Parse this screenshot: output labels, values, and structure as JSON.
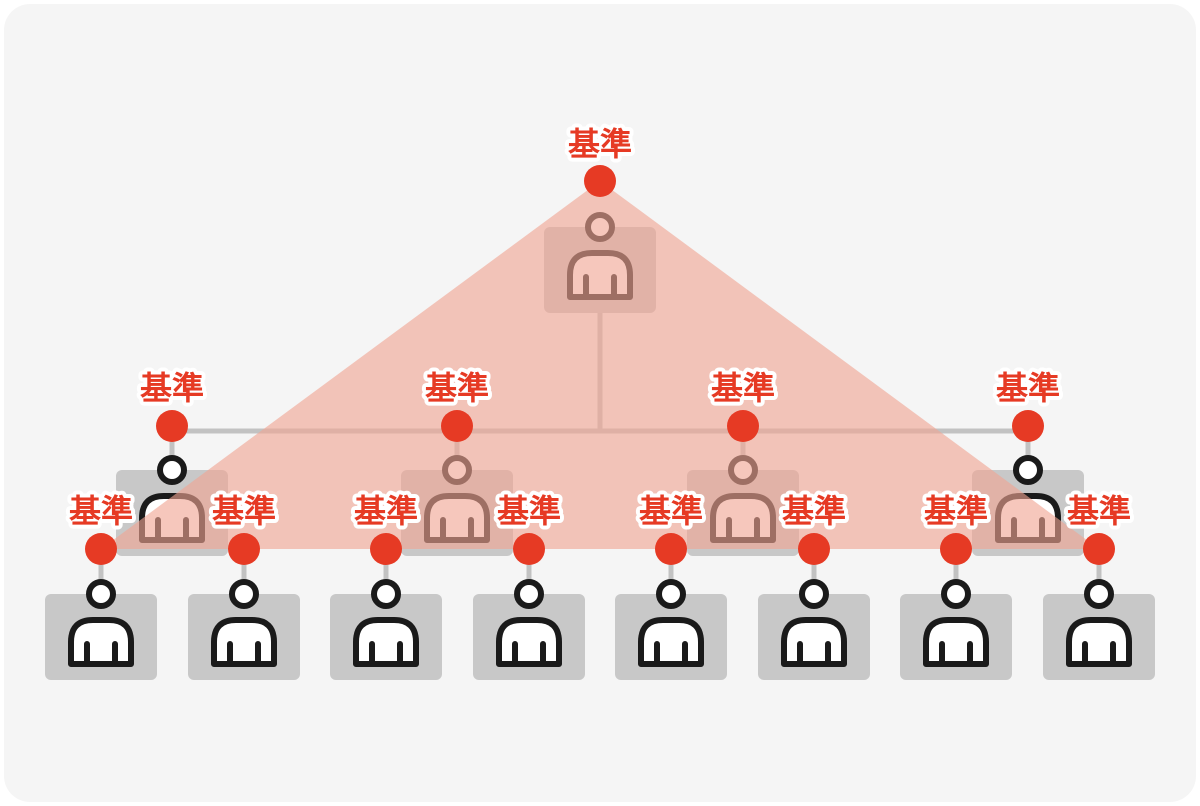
{
  "diagram": {
    "colors": {
      "background": "#f5f5f5",
      "accent": "#e63a24",
      "triangle_fill": "#f1a593",
      "box": "#c8c8c8",
      "line": "#c2c2c2",
      "person_outline": "#1a1a1a"
    },
    "nodes": [
      {
        "id": "root",
        "label": "基準",
        "level": 0,
        "icon": "person-icon"
      },
      {
        "id": "mid-1",
        "label": "基準",
        "level": 1,
        "icon": "person-icon"
      },
      {
        "id": "mid-2",
        "label": "基準",
        "level": 1,
        "icon": "person-icon"
      },
      {
        "id": "mid-3",
        "label": "基準",
        "level": 1,
        "icon": "person-icon"
      },
      {
        "id": "mid-4",
        "label": "基準",
        "level": 1,
        "icon": "person-icon"
      },
      {
        "id": "leaf-1",
        "label": "基準",
        "level": 2,
        "icon": "person-icon"
      },
      {
        "id": "leaf-2",
        "label": "基準",
        "level": 2,
        "icon": "person-icon"
      },
      {
        "id": "leaf-3",
        "label": "基準",
        "level": 2,
        "icon": "person-icon"
      },
      {
        "id": "leaf-4",
        "label": "基準",
        "level": 2,
        "icon": "person-icon"
      },
      {
        "id": "leaf-5",
        "label": "基準",
        "level": 2,
        "icon": "person-icon"
      },
      {
        "id": "leaf-6",
        "label": "基準",
        "level": 2,
        "icon": "person-icon"
      },
      {
        "id": "leaf-7",
        "label": "基準",
        "level": 2,
        "icon": "person-icon"
      },
      {
        "id": "leaf-8",
        "label": "基準",
        "level": 2,
        "icon": "person-icon"
      }
    ]
  }
}
